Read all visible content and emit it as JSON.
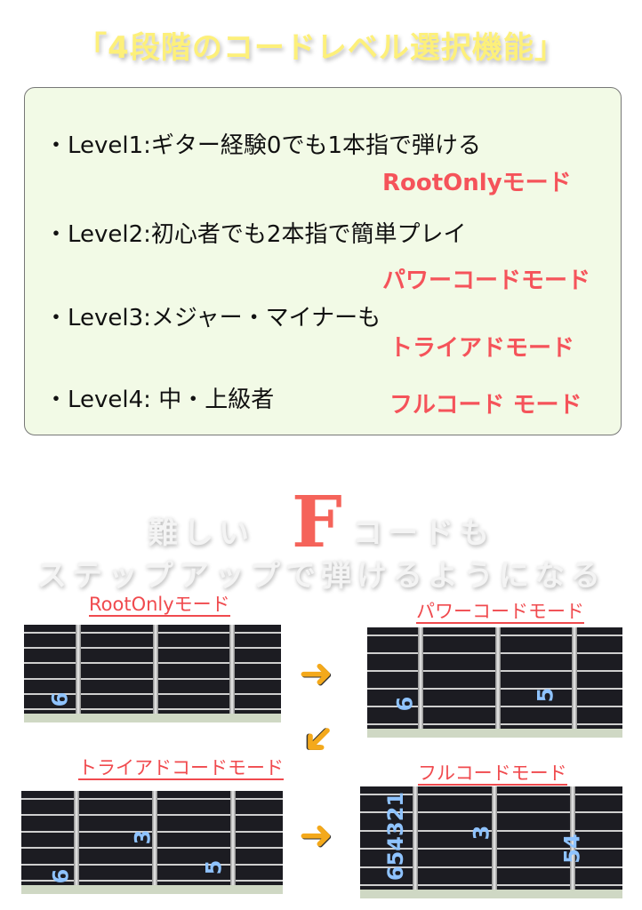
{
  "title": "「4段階のコードレベル選択機能」",
  "levels": [
    {
      "text": "・Level1:ギター経験0でも1本指で弾ける",
      "mode": "RootOnlyモード"
    },
    {
      "text": "・Level2:初心者でも2本指で簡単プレイ",
      "mode": "パワーコードモード"
    },
    {
      "text": "・Level3:メジャー・マイナーも",
      "mode": "トライアドモード"
    },
    {
      "text": "・Level4: 中・上級者",
      "mode": "フルコード モード"
    }
  ],
  "headline": {
    "line1a": "難しい",
    "big": "F",
    "line1b": "コードも",
    "line2": "ステップアップで弾けるようになる"
  },
  "fretboards": [
    {
      "caption": "RootOnlyモード",
      "numbers": [
        "6"
      ]
    },
    {
      "caption": "パワーコードモード",
      "numbers": [
        "6",
        "5"
      ]
    },
    {
      "caption": "トライアドコードモード",
      "numbers": [
        "3",
        "6",
        "5"
      ]
    },
    {
      "caption": "フルコードモード",
      "numbers": [
        "654321",
        "3",
        "54"
      ]
    }
  ],
  "arrows": [
    "arrow-right",
    "arrow-down-left",
    "arrow-right"
  ]
}
